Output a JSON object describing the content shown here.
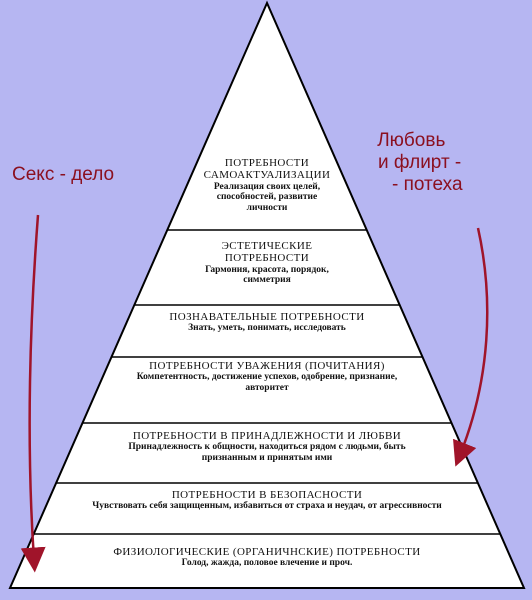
{
  "colors": {
    "background": "#b6b6f2",
    "pyramid_fill": "#ffffff",
    "outline": "#000000",
    "note_text": "#8b1020",
    "arrow": "#a0142a"
  },
  "tiers": [
    {
      "title": "ПОТРЕБНОСТИ САМОАКТУАЛИЗАЦИИ",
      "description": "Реализация своих целей, способностей, развитие личности"
    },
    {
      "title": "ЭСТЕТИЧЕСКИЕ ПОТРЕБНОСТИ",
      "description": "Гармония, красота, порядок, симметрия"
    },
    {
      "title": "ПОЗНАВАТЕЛЬНЫЕ ПОТРЕБНОСТИ",
      "description": "Знать, уметь, понимать, исследовать"
    },
    {
      "title": "ПОТРЕБНОСТИ УВАЖЕНИЯ (ПОЧИТАНИЯ)",
      "description": "Компетентность, достижение успехов, одобрение, признание, авторитет"
    },
    {
      "title": "ПОТРЕБНОСТИ В ПРИНАДЛЕЖНОСТИ И ЛЮБВИ",
      "description": "Принадлежность к общности, находиться рядом с людьми, быть признанным и принятым ими"
    },
    {
      "title": "ПОТРЕБНОСТИ В БЕЗОПАСНОСТИ",
      "description": "Чувствовать себя защищенным, избавиться от страха и неудач, от агрессивности"
    },
    {
      "title": "ФИЗИОЛОГИЧЕСКИЕ (ОРГАНИЧНСКИЕ) ПОТРЕБНОСТИ",
      "description": "Голод, жажда, половое влечение и проч."
    }
  ],
  "notes": {
    "left": "Секс - дело",
    "right_line1": "Любовь",
    "right_line2": "и флирт -",
    "right_line3": "- потеха"
  }
}
